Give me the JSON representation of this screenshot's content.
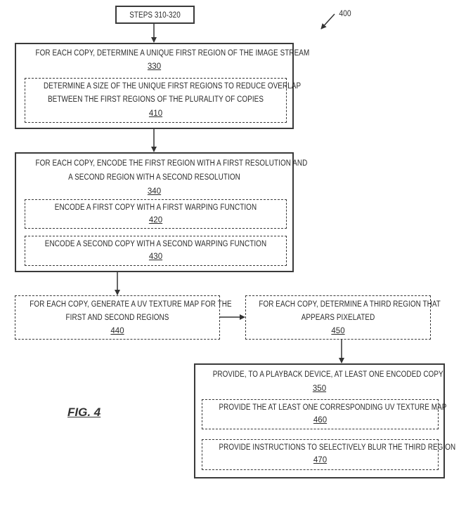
{
  "figure": {
    "title": "FIG. 4",
    "reference_label": "400"
  },
  "start_box": {
    "text": "STEPS 310-320"
  },
  "step_330": {
    "line1": "FOR EACH COPY, DETERMINE A UNIQUE FIRST REGION OF THE IMAGE STREAM",
    "ref": "330",
    "sub_410": {
      "line1": "DETERMINE A SIZE OF THE UNIQUE FIRST REGIONS TO REDUCE OVERLAP",
      "line2": "BETWEEN THE FIRST REGIONS OF THE PLURALITY OF COPIES",
      "ref": "410"
    }
  },
  "step_340": {
    "line1": "FOR EACH COPY, ENCODE THE FIRST REGION WITH A FIRST RESOLUTION AND",
    "line2": "A SECOND REGION WITH A SECOND RESOLUTION",
    "ref": "340",
    "sub_420": {
      "line1": "ENCODE A FIRST COPY WITH A FIRST WARPING FUNCTION",
      "ref": "420"
    },
    "sub_430": {
      "line1": "ENCODE A SECOND COPY WITH A SECOND WARPING FUNCTION",
      "ref": "430"
    }
  },
  "step_440": {
    "line1": "FOR EACH COPY, GENERATE A UV TEXTURE MAP FOR THE",
    "line2": "FIRST AND SECOND REGIONS",
    "ref": "440"
  },
  "step_450": {
    "line1": "FOR EACH COPY, DETERMINE A THIRD REGION THAT",
    "line2": "APPEARS PIXELATED",
    "ref": "450"
  },
  "step_350": {
    "line1": "PROVIDE, TO A PLAYBACK DEVICE, AT LEAST ONE ENCODED COPY",
    "ref": "350",
    "sub_460": {
      "line1": "PROVIDE THE AT LEAST ONE CORRESPONDING UV TEXTURE MAP",
      "ref": "460"
    },
    "sub_470": {
      "line1": "PROVIDE INSTRUCTIONS TO SELECTIVELY BLUR THE THIRD REGION",
      "ref": "470"
    }
  }
}
